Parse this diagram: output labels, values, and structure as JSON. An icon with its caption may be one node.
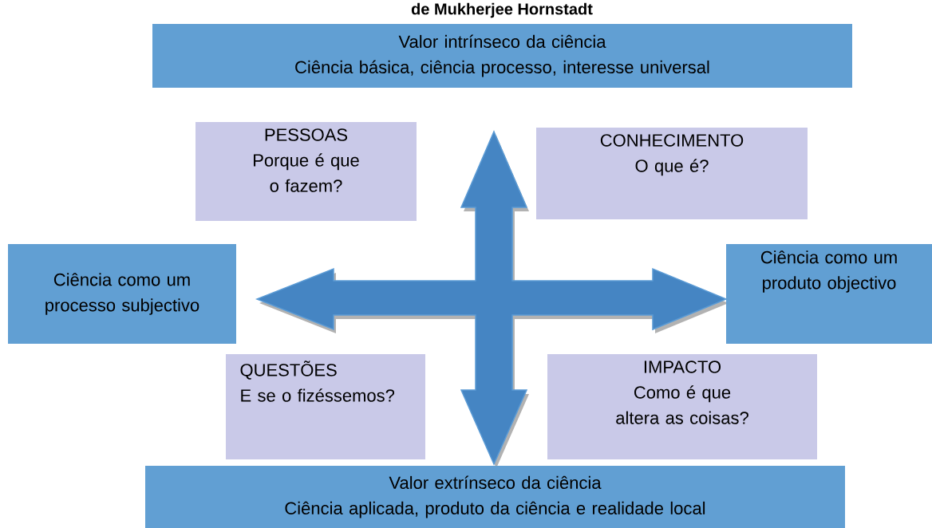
{
  "diagram": {
    "title": "de Mukherjee Hornstadt",
    "nodes": [
      {
        "text": [
          "Valor intrínseco da ciência",
          "Ciência básica, ciência processo, interesse universal"
        ]
      },
      {
        "text": [
          "PESSOAS",
          "Porque é que o fazem?"
        ]
      },
      {
        "text": [
          "CONHECIMENTO",
          "O que é?"
        ]
      },
      {
        "text": [
          "Ciência como um processo subjectivo"
        ]
      },
      {
        "text": [
          "Ciência como um produto objectivo"
        ]
      },
      {
        "text": [
          "QUESTÕES",
          "E se o fizéssemos?"
        ]
      },
      {
        "text": [
          "IMPACTO",
          "Como é que altera as coisas?"
        ]
      },
      {
        "text": [
          "Valor extrínseco da ciência",
          "Ciência aplicada, produto da ciência e realidade local"
        ]
      }
    ]
  }
}
